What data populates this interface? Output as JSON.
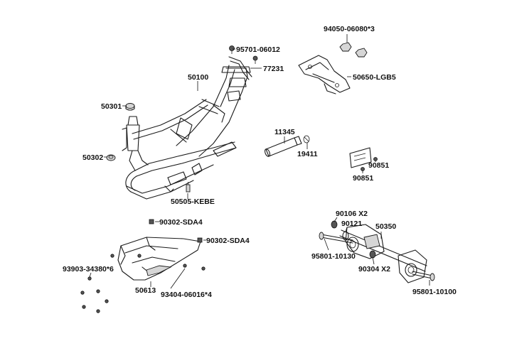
{
  "labels": {
    "p95701": "95701-06012",
    "p77231": "77231",
    "p50100": "50100",
    "p50301": "50301",
    "p50302": "50302",
    "p50505": "50505-KEBE",
    "p94050": "94050-06080*3",
    "p50650": "50650-LGB5",
    "p11345": "11345",
    "p19411": "19411",
    "p90851a": "90851",
    "p90851b": "90851",
    "p90302a": "90302-SDA4",
    "p90302b": "90302-SDA4",
    "p93903": "93903-34380*6",
    "p50613": "50613",
    "p93404": "93404-06016*4",
    "p90106": "90106 X2",
    "p90121": "90121",
    "p50350": "50350",
    "p95801a": "95801-10130",
    "p90304": "90304 X2",
    "p95801b": "95801-10100"
  },
  "colors": {
    "line": "#1a1a1a",
    "label": "#111111",
    "background": "#ffffff",
    "fill": "#d6d6d6"
  }
}
